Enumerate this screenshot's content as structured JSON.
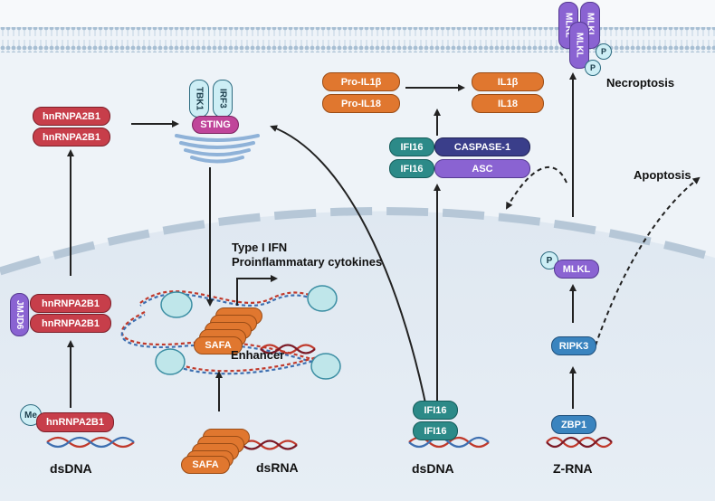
{
  "left": {
    "dsdna_label": "dsDNA",
    "me_badge": "Me",
    "hnrnp_bottom": "hnRNPA2B1",
    "jmjd6": "JMJD6",
    "hnrnp_mid_1": "hnRNPA2B1",
    "hnrnp_mid_2": "hnRNPA2B1",
    "hnrnp_top_1": "hnRNPA2B1",
    "hnrnp_top_2": "hnRNPA2B1"
  },
  "sting_complex": {
    "tbk1": "TBK1",
    "irf3": "IRF3",
    "sting": "STING"
  },
  "nucleus_center": {
    "output_line1": "Type I IFN",
    "output_line2": "Proinflammatary cytokines",
    "safa_nuclear": "SAFA",
    "enhancer": "Enhancer",
    "safa_bottom": "SAFA",
    "dsrna_label": "dsRNA"
  },
  "inflammasome": {
    "pro_il1b": "Pro-IL1β",
    "pro_il18": "Pro-IL18",
    "il1b": "IL1β",
    "il18": "IL18",
    "ifi16_1": "IFI16",
    "ifi16_2": "IFI16",
    "caspase1": "CASPASE-1",
    "asc": "ASC",
    "ifi16_bottom_1": "IFI16",
    "ifi16_bottom_2": "IFI16",
    "dsdna_label": "dsDNA"
  },
  "right": {
    "necroptosis": "Necroptosis",
    "apoptosis": "Apoptosis",
    "mlkl_oligomer": [
      "MLKL",
      "MLKL",
      "MLKL"
    ],
    "mlkl_p": "P",
    "mlkl": "MLKL",
    "ripk3": "RIPK3",
    "zbp1": "ZBP1",
    "zrna_label": "Z-RNA"
  },
  "colors": {
    "hnrnpa2b1": "#c73e4a",
    "safa": "#e0772f",
    "ifi16": "#2c8a88",
    "asc": "#8a63d2",
    "sting": "#c0459a",
    "ripk3_zbp1": "#3a84bf"
  }
}
